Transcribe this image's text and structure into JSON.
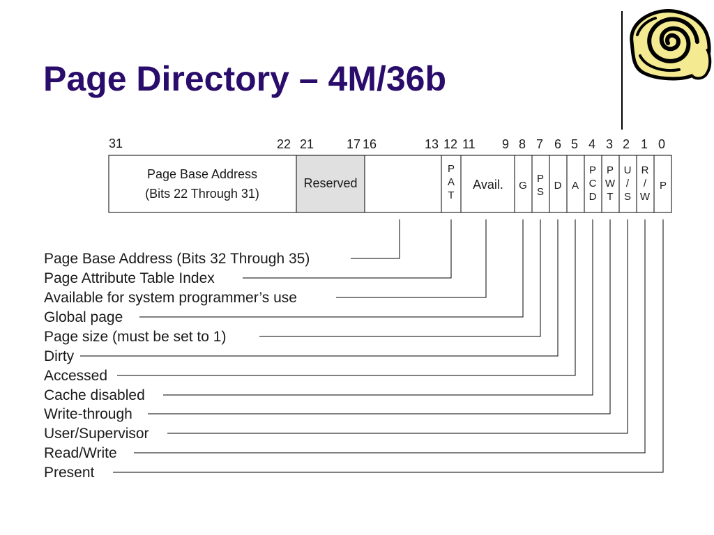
{
  "slide": {
    "title": "Page Directory – 4M/36b"
  },
  "register": {
    "bit_numbers": [
      "31",
      "22",
      "21",
      "17",
      "16",
      "13",
      "12",
      "11",
      "9",
      "8",
      "7",
      "6",
      "5",
      "4",
      "3",
      "2",
      "1",
      "0"
    ],
    "fields": {
      "base_line1": "Page Base Address",
      "base_line2": "(Bits 22 Through 31)",
      "reserved": "Reserved",
      "pat": [
        "P",
        "A",
        "T"
      ],
      "avail": "Avail.",
      "g": "G",
      "ps": [
        "P",
        "S"
      ],
      "d": "D",
      "a": "A",
      "pcd": [
        "P",
        "C",
        "D"
      ],
      "pwt": [
        "P",
        "W",
        "T"
      ],
      "us": [
        "U",
        "/",
        "S"
      ],
      "rw": [
        "R",
        "/",
        "W"
      ],
      "p": "P"
    },
    "colors": {
      "reserved_fill": "#e0e0e0",
      "title": "#2a0c6b"
    }
  },
  "legend": [
    "Page Base Address (Bits 32 Through 35)",
    "Page Attribute Table Index",
    "Available for system programmer’s use",
    "Global page",
    "Page size (must be set to 1)",
    "Dirty",
    "Accessed",
    "Cache disabled",
    "Write-through",
    "User/Supervisor",
    "Read/Write",
    "Present"
  ],
  "icons": {
    "logo": "nautilus-shell-icon"
  }
}
